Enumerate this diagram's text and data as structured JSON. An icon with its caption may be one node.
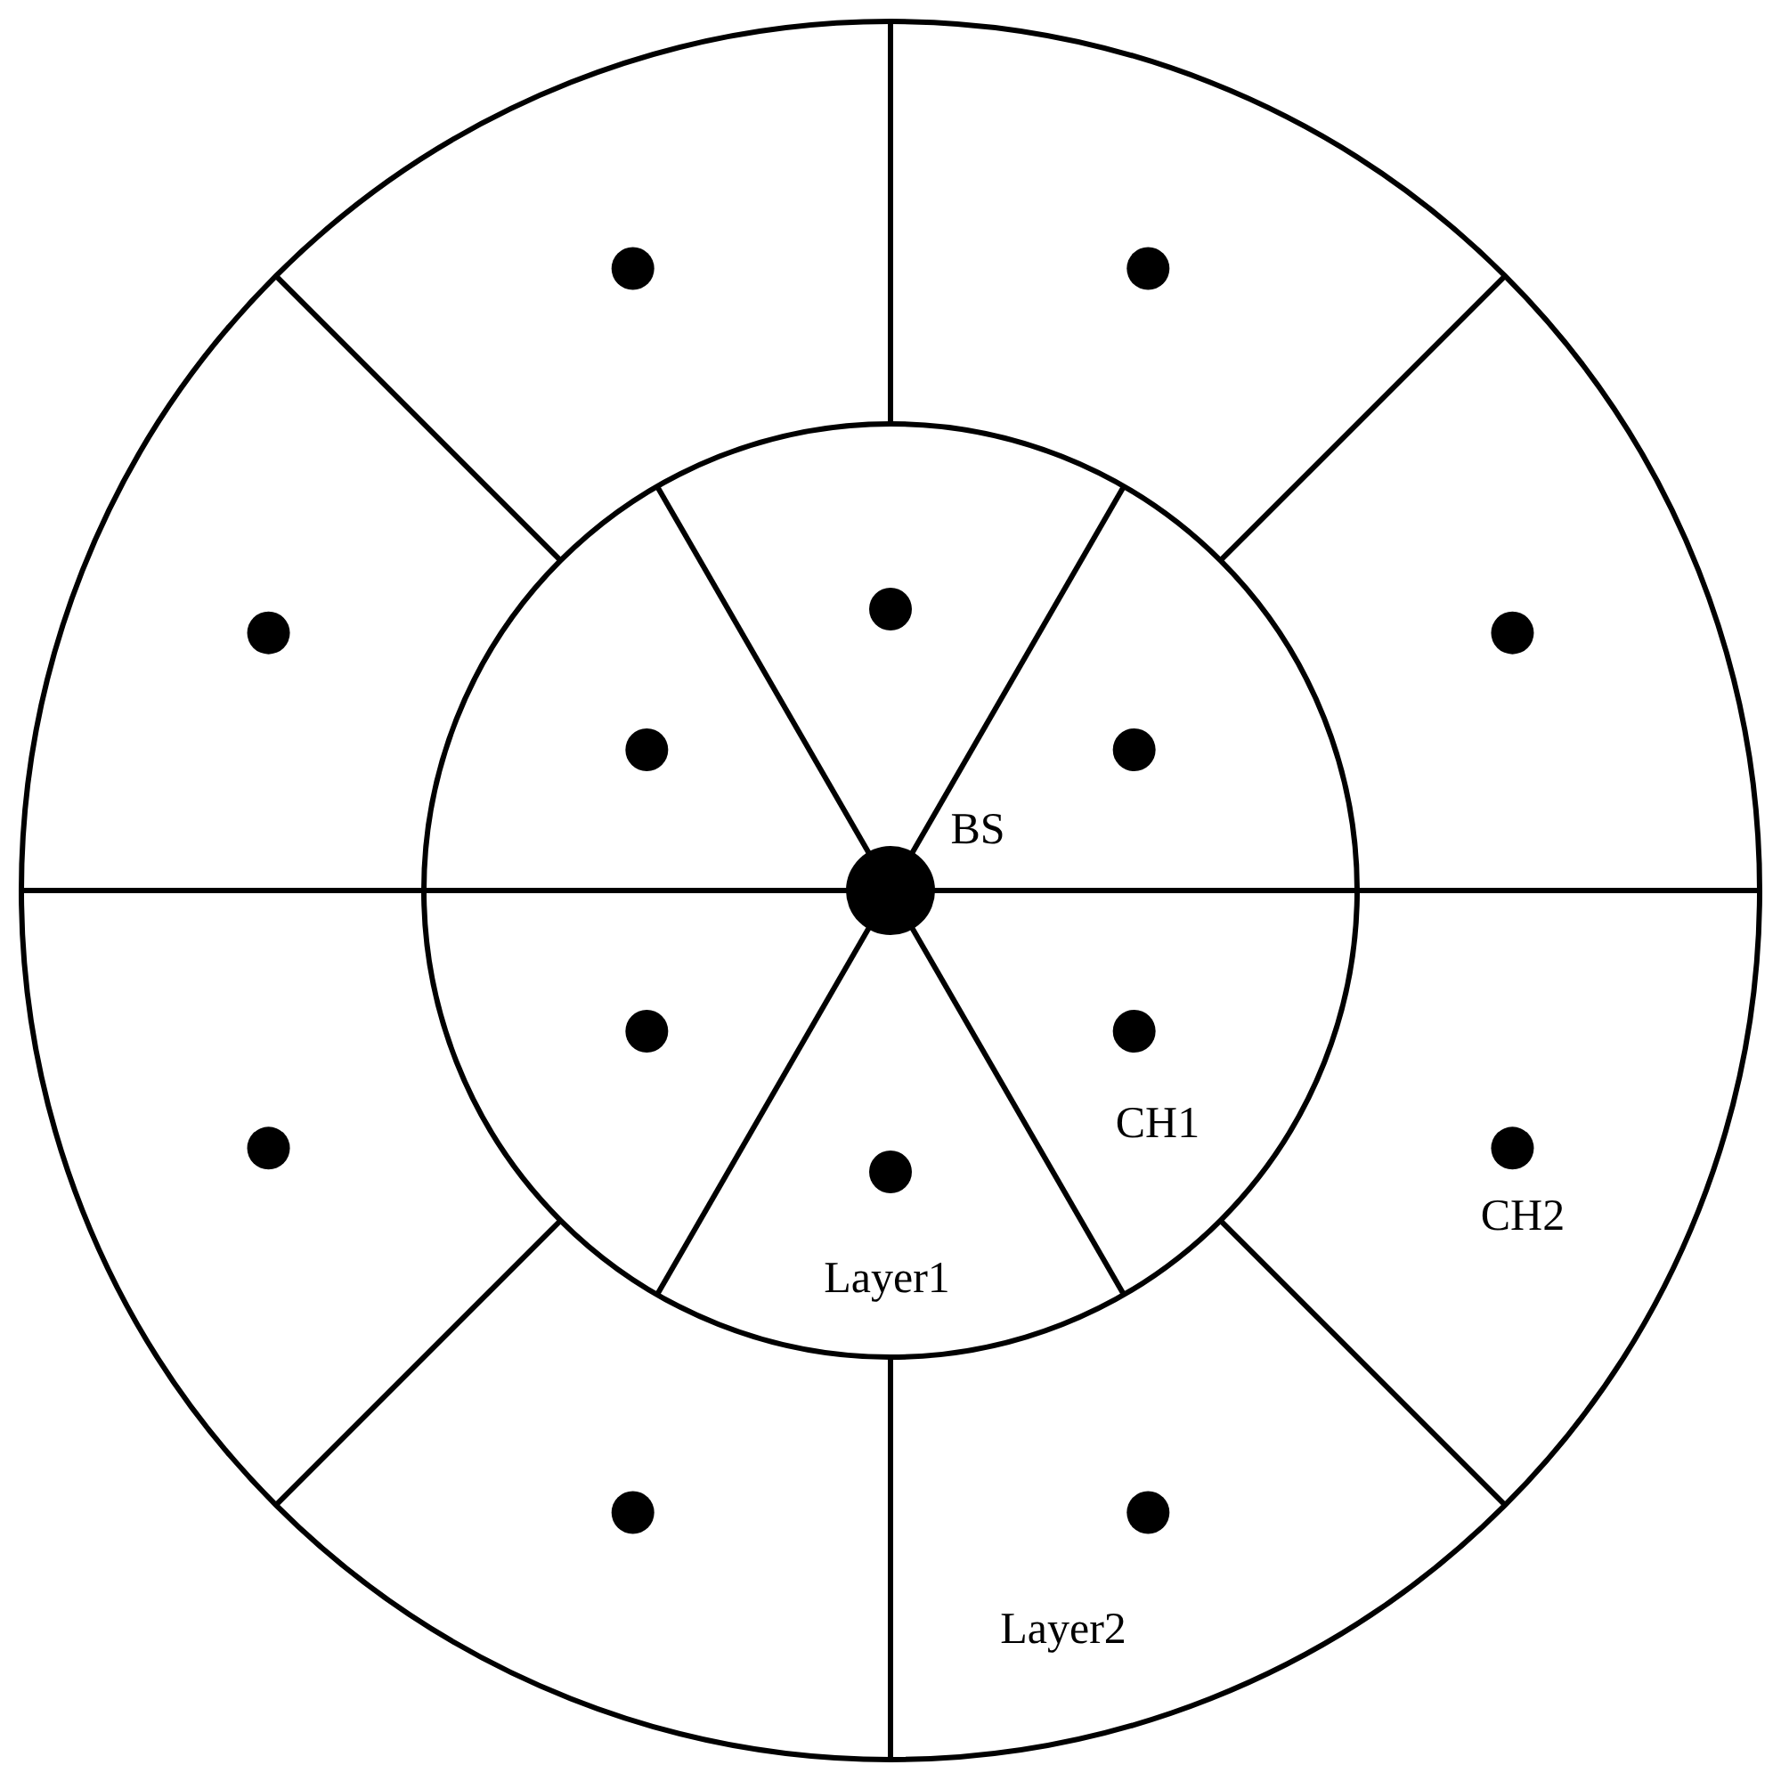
{
  "diagram": {
    "labels": [
      "BS",
      "CH1",
      "CH2",
      "Layer1",
      "Layer2"
    ]
  }
}
